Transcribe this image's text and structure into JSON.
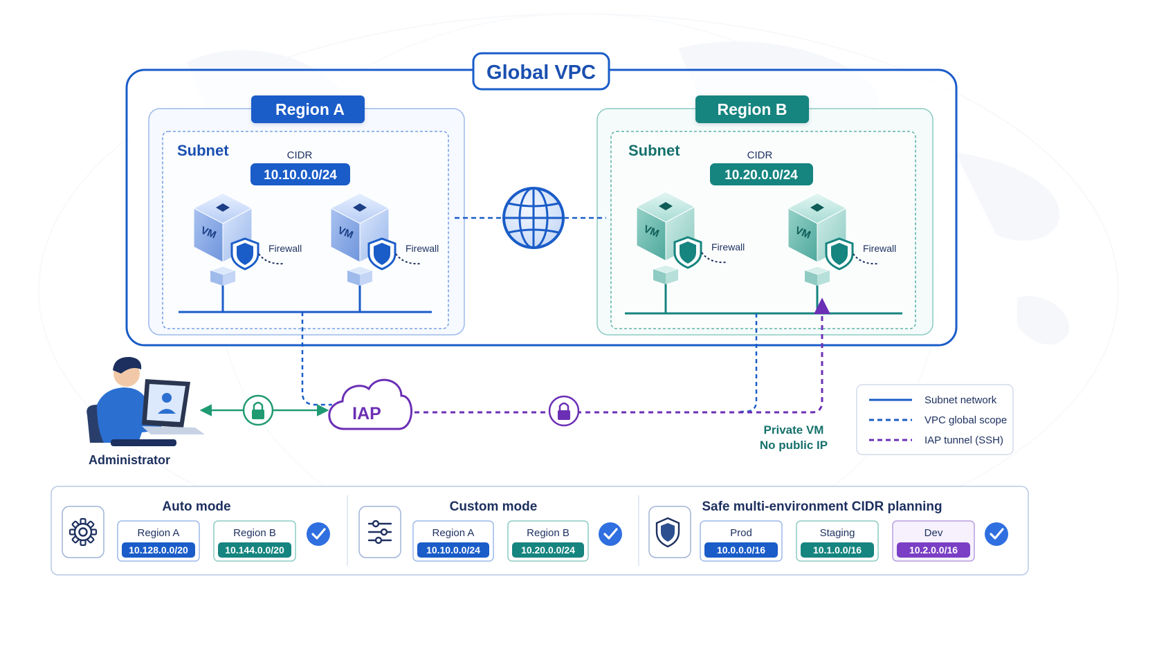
{
  "title": "Global VPC",
  "regions": [
    {
      "label": "Region A",
      "subnet_label": "Subnet",
      "cidr_label": "CIDR",
      "cidr": "10.10.0.0/24",
      "vms": [
        {
          "label": "VM",
          "firewall_label": "Firewall"
        },
        {
          "label": "VM",
          "firewall_label": "Firewall"
        }
      ]
    },
    {
      "label": "Region B",
      "subnet_label": "Subnet",
      "cidr_label": "CIDR",
      "cidr": "10.20.0.0/24",
      "vms": [
        {
          "label": "VM",
          "firewall_label": "Firewall"
        },
        {
          "label": "VM",
          "firewall_label": "Firewall"
        }
      ]
    }
  ],
  "administrator_label": "Administrator",
  "iap_label": "IAP",
  "private_vm_note": [
    "Private VM",
    "No public IP"
  ],
  "legend": [
    {
      "label": "Subnet network",
      "style": "solid",
      "color": "#1a5cc8"
    },
    {
      "label": "VPC global scope",
      "style": "dashed",
      "color": "#1a5cc8"
    },
    {
      "label": "IAP tunnel (SSH)",
      "style": "dashed",
      "color": "#6b2fb5"
    }
  ],
  "modes": [
    {
      "title": "Auto mode",
      "icon": "gear-icon",
      "items": [
        {
          "label": "Region A",
          "cidr": "10.128.0.0/20",
          "color": "#1a5cc8"
        },
        {
          "label": "Region B",
          "cidr": "10.144.0.0/20",
          "color": "#16847f"
        }
      ]
    },
    {
      "title": "Custom mode",
      "icon": "sliders-icon",
      "items": [
        {
          "label": "Region A",
          "cidr": "10.10.0.0/24",
          "color": "#1a5cc8"
        },
        {
          "label": "Region B",
          "cidr": "10.20.0.0/24",
          "color": "#16847f"
        }
      ]
    },
    {
      "title": "Safe multi-environment CIDR planning",
      "icon": "shield-icon",
      "items": [
        {
          "label": "Prod",
          "cidr": "10.0.0.0/16",
          "color": "#1a5cc8"
        },
        {
          "label": "Staging",
          "cidr": "10.1.0.0/16",
          "color": "#16847f"
        },
        {
          "label": "Dev",
          "cidr": "10.2.0.0/16",
          "color": "#7a3fc4"
        }
      ]
    }
  ],
  "colors": {
    "blue": "#1a5cc8",
    "teal": "#16847f",
    "purple": "#6b2fb5",
    "green": "#1f9a72",
    "navy": "#1c2f5e"
  }
}
